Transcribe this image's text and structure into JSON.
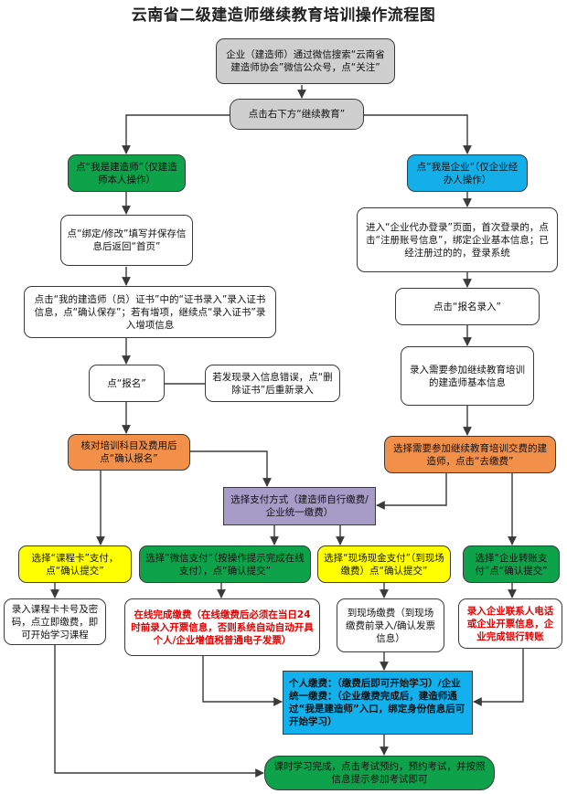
{
  "title": "云南省二级建造师继续教育培训操作流程图",
  "colors": {
    "gray": "#cfcfcf",
    "green": "#0ea24a",
    "blue": "#14aee8",
    "orange": "#f2904a",
    "purple": "#a79bc8",
    "yellow": "#ffff00",
    "cyan": "#12b0ec",
    "white": "#ffffff",
    "red_text": "#e60000",
    "line": "#3a3a3a"
  },
  "nodes": {
    "start": "企业（建造师）通过微信搜索“云南省建造师协会”微信公众号，点“关注”",
    "continue_edu": "点击右下方“继续教育”",
    "i_am_builder": "点“我是建造师”（仅建造师本人操作）",
    "i_am_company": "点“我是企业”（仅企业经办人操作）",
    "bind": "点“绑定/修改”填写并保存信息后返回“首页”",
    "company_login": "进入“企业代办登录”页面，首次登录的，点击“注册账号信息”，绑定企业基本信息；已经注册过的的，登录系统",
    "cert": "点击“我的建造师（员）证书”中的“证书录入”录入证书信息，点“确认保存”；若有增项，继续点“录入证书”录入增项信息",
    "register_entry": "点击“报名录入”",
    "signup": "点“报名”",
    "error_note": "若发现录入信息错误，点“删除证书”后重新录入",
    "enter_info": "录入需要参加继续教育培训的建造师基本信息",
    "confirm_signup": "核对培训科目及费用后点“确认报名”",
    "select_builders": "选择需要参加继续教育培训交费的建造师，点击“去缴费”",
    "pay_method": "选择支付方式（建造师自行缴费/企业统一缴费）",
    "course_card": "选择“课程卡”支付，点“确认提交”",
    "wechat_pay": "选择“微信支付”（按操作提示完成在线支付），点“确认提交”",
    "cash_pay": "选择“现场现金支付”（到现场缴费）点“确认提交”",
    "bank_transfer": "选择“企业转账支付”点“确认提交”",
    "card_detail": "录入课程卡卡号及密码，点立即缴费，即可开始学习课程",
    "wechat_detail": "在线完成缴费（在线缴费后必须在当日24时前录入开票信息，否则系统自动自动开具个人/企业增值税普通电子发票）",
    "cash_detail": "到现场缴费（到现场缴费前录入/确认发票信息）",
    "bank_detail": "录入企业联系人电话或企业开票信息，企业完成银行转账",
    "study_info": "个人缴费：（缴费后即可开始学习）/企业统一缴费：（企业缴费完成后，建造师通过“我是建造师”入口，绑定身份信息后可开始学习）",
    "exam": "课时学习完成，点击考试预约，预约考试，并按照信息提示参加考试即可"
  }
}
